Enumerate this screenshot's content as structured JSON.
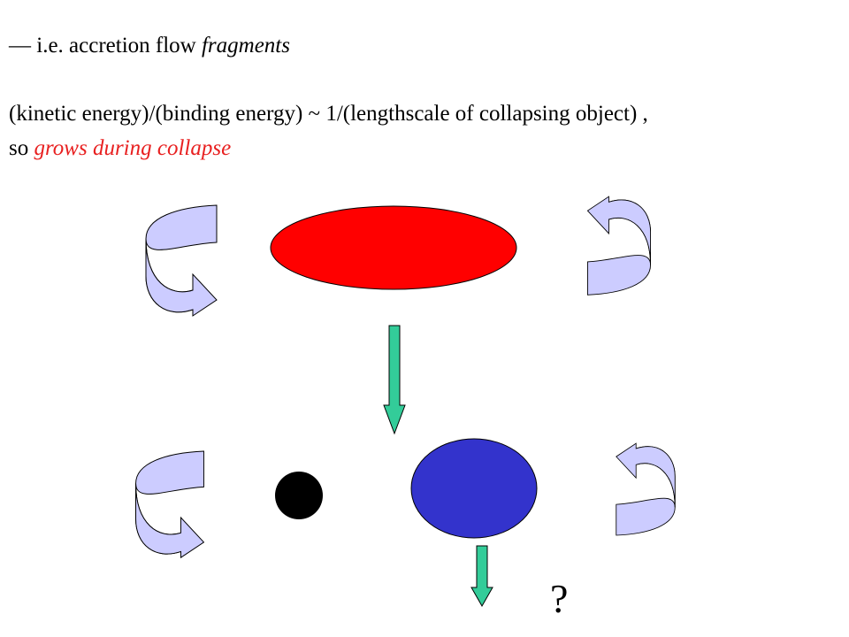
{
  "text": {
    "line1": {
      "dash": "—",
      "prefix": "i.e. accretion flow",
      "emphasis": "fragments"
    },
    "line2": "(kinetic energy)/(binding energy) ~ 1/(lengthscale of collapsing object) ,",
    "line3": {
      "prefix": "so",
      "highlight": "grows during collapse"
    },
    "question_mark": "?"
  },
  "colors": {
    "rotation_arrow_light": "#ccccff",
    "rotation_arrow_dark": "#9999cc",
    "red_blob": "#ff0000",
    "blue_blob": "#3333cc",
    "black_dot": "#000000",
    "down_arrow": "#33cc99",
    "highlight_text": "#e82020"
  },
  "icons": [
    "rotation-arrow-icon",
    "down-arrow-icon"
  ]
}
